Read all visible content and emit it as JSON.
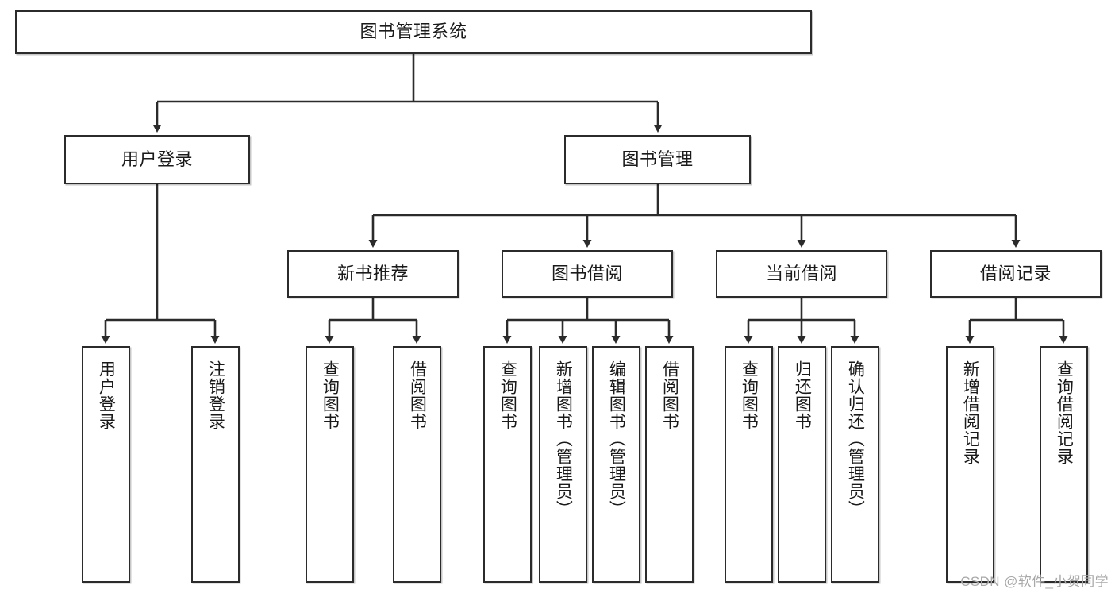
{
  "diagram": {
    "title": "图书管理系统",
    "type": "tree-hierarchy-diagram",
    "watermark": "CSDN @软件_小贺同学",
    "colors": {
      "stroke": "#2b2b2b",
      "fill": "#ffffff",
      "text": "#1a1a1a",
      "watermark": "#a8a8a8"
    },
    "nodes": {
      "root": {
        "label": "图书管理系统"
      },
      "level1": [
        {
          "id": "user-login",
          "label": "用户登录"
        },
        {
          "id": "book-manage",
          "label": "图书管理"
        }
      ],
      "level2": [
        {
          "id": "new-book-rec",
          "label": "新书推荐"
        },
        {
          "id": "book-borrow",
          "label": "图书借阅"
        },
        {
          "id": "current-borrow",
          "label": "当前借阅"
        },
        {
          "id": "borrow-record",
          "label": "借阅记录"
        }
      ],
      "leaves": {
        "user-login": [
          {
            "id": "leaf-user-login",
            "label": "用户登录"
          },
          {
            "id": "leaf-user-logout",
            "label": "注销登录"
          }
        ],
        "new-book-rec": [
          {
            "id": "leaf-query-book-1",
            "label": "查询图书"
          },
          {
            "id": "leaf-borrow-book-1",
            "label": "借阅图书"
          }
        ],
        "book-borrow": [
          {
            "id": "leaf-query-book-2",
            "label": "查询图书"
          },
          {
            "id": "leaf-add-book",
            "label": "新增图书（管理员）"
          },
          {
            "id": "leaf-edit-book",
            "label": "编辑图书（管理员）"
          },
          {
            "id": "leaf-borrow-book-2",
            "label": "借阅图书"
          }
        ],
        "current-borrow": [
          {
            "id": "leaf-query-book-3",
            "label": "查询图书"
          },
          {
            "id": "leaf-return-book",
            "label": "归还图书"
          },
          {
            "id": "leaf-confirm-return",
            "label": "确认归还（管理员）"
          }
        ],
        "borrow-record": [
          {
            "id": "leaf-add-record",
            "label": "新增借阅记录"
          },
          {
            "id": "leaf-query-record",
            "label": "查询借阅记录"
          }
        ]
      }
    }
  }
}
